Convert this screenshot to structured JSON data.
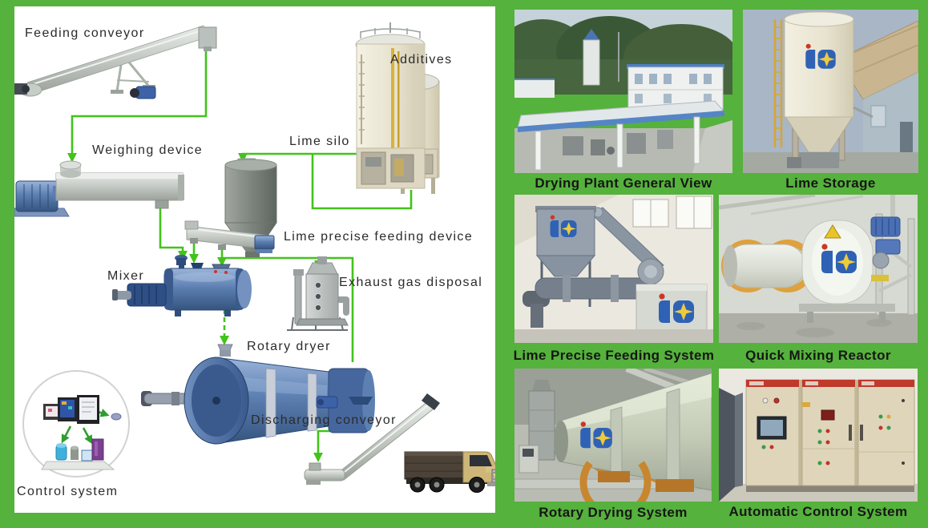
{
  "colors": {
    "background_green": "#55b23c",
    "connector_green": "#42c31c",
    "panel_white": "#ffffff",
    "label_text": "#2b2b2b",
    "caption_text": "#161616",
    "machine_blue": "#4d6fa6",
    "silo_cream": "#e9e4d2",
    "support_orange": "#dfa13c"
  },
  "icons": {
    "brand_logo": "blue-td-mark-with-yellow-star",
    "arrow": "green-flow-arrow"
  },
  "diagram": {
    "labels": {
      "feeding_conveyor": "Feeding conveyor",
      "weighing_device": "Weighing device",
      "additives": "Additives",
      "lime_silo": "Lime silo",
      "lime_precise_feeding_device": "Lime precise feeding device",
      "mixer": "Mixer",
      "exhaust_gas_disposal": "Exhaust gas disposal",
      "rotary_dryer": "Rotary dryer",
      "discharging_conveyor": "Discharging conveyor",
      "control_system": "Control system"
    }
  },
  "photos": {
    "items": [
      {
        "caption": "Drying Plant General View"
      },
      {
        "caption": "Lime Storage"
      },
      {
        "caption": "Lime Precise Feeding System"
      },
      {
        "caption": "Quick Mixing Reactor"
      },
      {
        "caption": "Rotary Drying System"
      },
      {
        "caption": "Automatic Control System"
      }
    ]
  }
}
